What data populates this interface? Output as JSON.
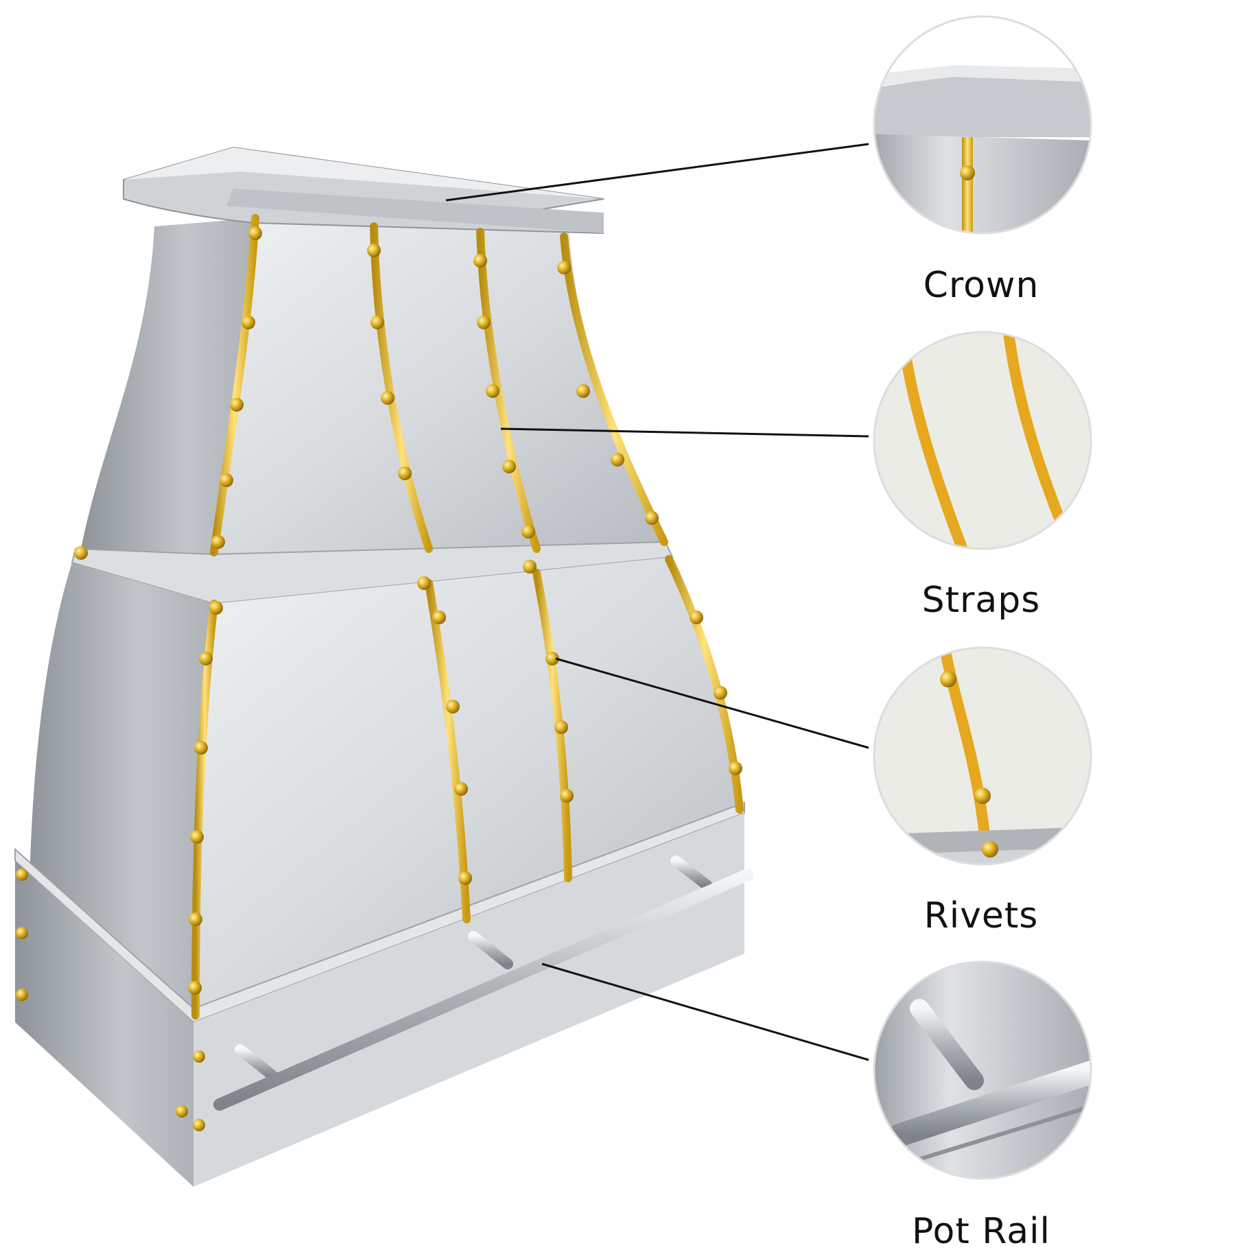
{
  "product": "stainless steel range hood with brass straps and rivets",
  "colors": {
    "steel_light": "#e9ebed",
    "steel_mid": "#b9bdc2",
    "steel_dark": "#8d9298",
    "brass": "#e0b72a",
    "brass_light": "#ffe88a",
    "callout_line": "#111111"
  },
  "callouts": [
    {
      "id": "crown",
      "label": "Crown"
    },
    {
      "id": "straps",
      "label": "Straps"
    },
    {
      "id": "rivets",
      "label": "Rivets"
    },
    {
      "id": "pot-rail",
      "label": "Pot Rail"
    }
  ]
}
